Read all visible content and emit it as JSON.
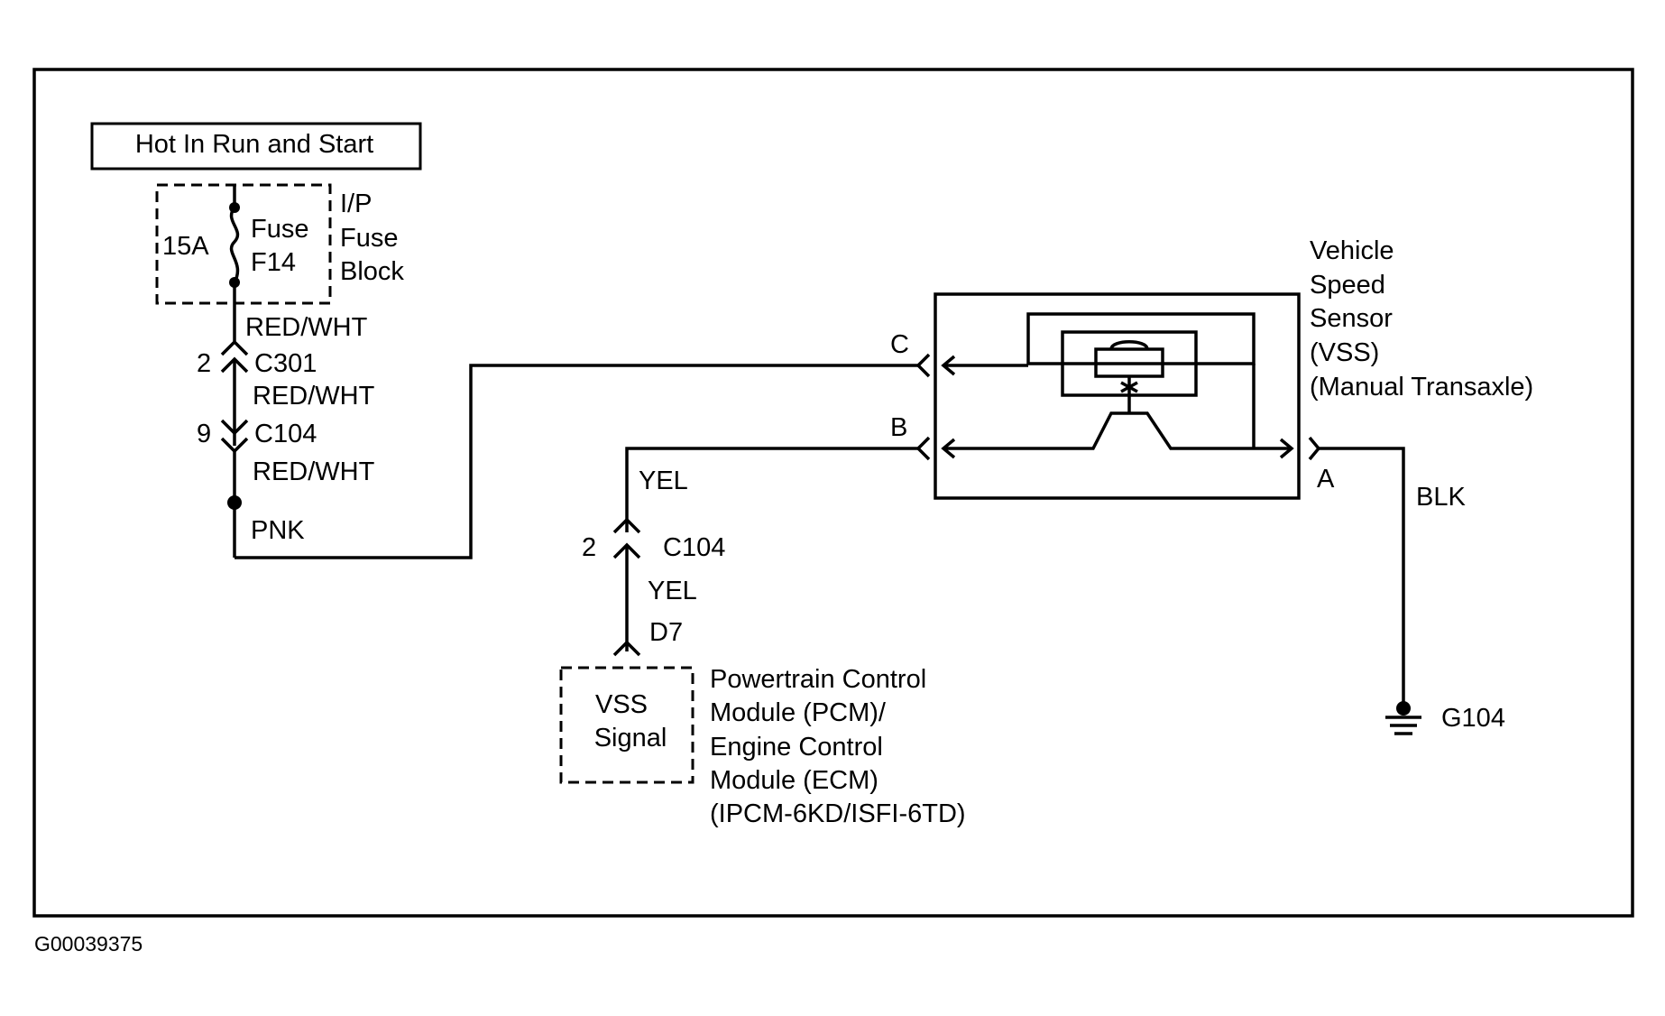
{
  "supply": {
    "title": "Hot In Run and Start",
    "fuse_rating": "15A",
    "fuse_name_line1": "Fuse",
    "fuse_name_line2": "F14",
    "block_line1": "I/P",
    "block_line2": "Fuse",
    "block_line3": "Block"
  },
  "left_wire": {
    "wire1": "RED/WHT",
    "pin_c301": "2",
    "conn_c301": "C301",
    "wire2": "RED/WHT",
    "pin_c104": "9",
    "conn_c104": "C104",
    "wire3": "RED/WHT",
    "splice_wire": "PNK"
  },
  "signal_wire": {
    "wire_top": "YEL",
    "pin": "2",
    "conn": "C104",
    "wire_bottom": "YEL",
    "terminal": "D7"
  },
  "pcm": {
    "box_line1": "VSS",
    "box_line2": "Signal",
    "desc_line1": "Powertrain Control",
    "desc_line2": "Module (PCM)/",
    "desc_line3": "Engine Control",
    "desc_line4": "Module (ECM)",
    "desc_line5": "(IPCM-6KD/ISFI-6TD)"
  },
  "vss": {
    "name_line1": "Vehicle",
    "name_line2": "Speed",
    "name_line3": "Sensor",
    "name_line4": "(VSS)",
    "name_line5": "(Manual Transaxle)",
    "pin_c": "C",
    "pin_b": "B",
    "pin_a": "A"
  },
  "ground": {
    "wire": "BLK",
    "name": "G104"
  },
  "figure_id": "G00039375"
}
